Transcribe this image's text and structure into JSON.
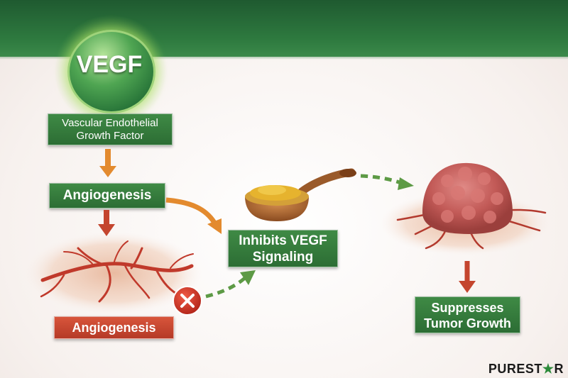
{
  "badge": {
    "label": "VEGF"
  },
  "nodes": {
    "vegf_full": {
      "line1": "Vascular Endothelial",
      "line2": "Growth Factor"
    },
    "angiogenesis_top": "Angiogenesis",
    "angiogenesis_bottom": "Angiogenesis",
    "inhibits": {
      "line1": "Inhibits VEGF",
      "line2": "Signaling"
    },
    "suppresses": {
      "line1": "Suppresses",
      "line2": "Tumor Growth"
    }
  },
  "logo": {
    "text_before": "PUREST",
    "star": "★",
    "text_after": "R"
  },
  "colors": {
    "header": "#2e7a3f",
    "green_box": "#2c6d34",
    "red_box": "#b53a27",
    "arrow_orange": "#e38a2e",
    "arrow_red": "#c4452e",
    "arrow_green": "#5d9a45"
  }
}
